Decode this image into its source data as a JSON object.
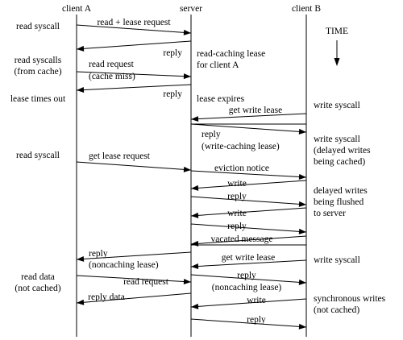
{
  "participants": {
    "client_a": "client A",
    "server": "server",
    "client_b": "client B"
  },
  "time_label": "TIME",
  "events": {
    "left": [
      "read syscall",
      "read syscalls",
      "(from cache)",
      "lease times out",
      "read syscall",
      "read data",
      "(not cached)"
    ],
    "center": [
      "read-caching lease",
      "for client A",
      "lease expires"
    ],
    "right": [
      "write syscall",
      "write syscall",
      "(delayed writes",
      "being cached)",
      "delayed writes",
      "being flushed",
      "to server",
      "write syscall",
      "synchronous writes",
      "(not cached)"
    ]
  },
  "messages": [
    {
      "label": [
        "read + lease request"
      ],
      "from": "client_a",
      "to": "server"
    },
    {
      "label": [
        "reply"
      ],
      "from": "server",
      "to": "client_a"
    },
    {
      "label": [
        "read request",
        "(cache miss)"
      ],
      "from": "client_a",
      "to": "server"
    },
    {
      "label": [
        "reply"
      ],
      "from": "server",
      "to": "client_a"
    },
    {
      "label": [
        "get write lease"
      ],
      "from": "client_b",
      "to": "server"
    },
    {
      "label": [
        "reply",
        "(write-caching lease)"
      ],
      "from": "server",
      "to": "client_b"
    },
    {
      "label": [
        "get lease request"
      ],
      "from": "client_a",
      "to": "server"
    },
    {
      "label": [
        "eviction notice"
      ],
      "from": "server",
      "to": "client_b"
    },
    {
      "label": [
        "write"
      ],
      "from": "client_b",
      "to": "server"
    },
    {
      "label": [
        "reply"
      ],
      "from": "server",
      "to": "client_b"
    },
    {
      "label": [
        "write"
      ],
      "from": "client_b",
      "to": "server"
    },
    {
      "label": [
        "reply"
      ],
      "from": "server",
      "to": "client_b"
    },
    {
      "label": [
        "vacated message"
      ],
      "from": "client_b",
      "to": "server"
    },
    {
      "label": [
        "reply",
        "(noncaching lease)"
      ],
      "from": "server",
      "to": "client_a"
    },
    {
      "label": [
        "get write lease"
      ],
      "from": "client_b",
      "to": "server"
    },
    {
      "label": [
        "read request"
      ],
      "from": "client_a",
      "to": "server"
    },
    {
      "label": [
        "reply",
        "(noncaching lease)"
      ],
      "from": "server",
      "to": "client_b"
    },
    {
      "label": [
        "reply data"
      ],
      "from": "server",
      "to": "client_a"
    },
    {
      "label": [
        "write"
      ],
      "from": "client_b",
      "to": "server"
    },
    {
      "label": [
        "reply"
      ],
      "from": "server",
      "to": "client_b"
    }
  ]
}
